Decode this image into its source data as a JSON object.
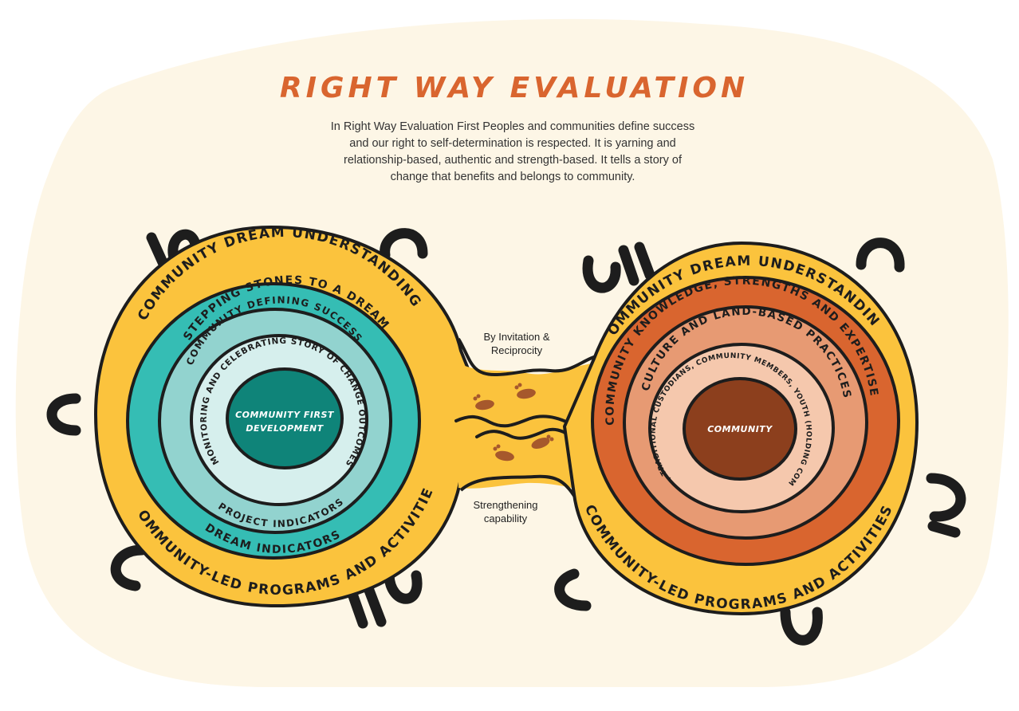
{
  "title": "RIGHT WAY EVALUATION",
  "intro_lines": [
    "In Right Way Evaluation First Peoples and communities define success",
    "and our right to self-determination is respected. It is yarning and",
    "relationship-based, authentic and strength-based. It tells a story of",
    "change that benefits and belongs to community."
  ],
  "connector": {
    "top_lines": [
      "By Invitation &",
      "Reciprocity"
    ],
    "bottom_lines": [
      "Strengthening",
      "capability"
    ]
  },
  "left_circle": {
    "outer_top": "COMMUNITY DREAM UNDERSTANDING",
    "outer_bottom": "COMMUNITY-LED PROGRAMS AND ACTIVITIES",
    "ring2_top": "STEPPING STONES TO A DREAM",
    "ring2_bottom": "DREAM INDICATORS",
    "ring3_top": "COMMUNITY DEFINING SUCCESS",
    "ring3_bottom": "PROJECT INDICATORS",
    "ring4": "MONITORING AND CELEBRATING STORY OF CHANGE OUTCOMES",
    "core_lines": [
      "COMMUNITY FIRST",
      "DEVELOPMENT"
    ]
  },
  "right_circle": {
    "outer_top": "COMMUNITY DREAM UNDERSTANDING",
    "outer_bottom": "COMMUNITY-LED PROGRAMS AND ACTIVITIES",
    "ring2": "COMMUNITY KNOWLEDGE, STRENGTHS AND EXPERTISE",
    "ring3": "CULTURE AND LAND-BASED PRACTICES",
    "ring4": "ELDERS, TRADITIONAL CUSTODIANS, COMMUNITY MEMBERS, YOUTH (HOLDING COMMUNITY)",
    "core": "COMMUNITY"
  },
  "colors": {
    "background_blob": "#fdf6e6",
    "outer_ring": "#fbc33d",
    "teal_ring": "#35bdb4",
    "light_teal_ring": "#92d3cf",
    "pale_teal_ring": "#d6efed",
    "teal_core": "#0f8479",
    "orange_ring": "#d9652f",
    "salmon_ring": "#e79a73",
    "peach_ring": "#f5c8ad",
    "brown_core": "#8c3f1d",
    "title": "#d9652f"
  },
  "icons": [
    "u-shape-symbol-icon",
    "footprints-icon",
    "river-line-icon"
  ]
}
